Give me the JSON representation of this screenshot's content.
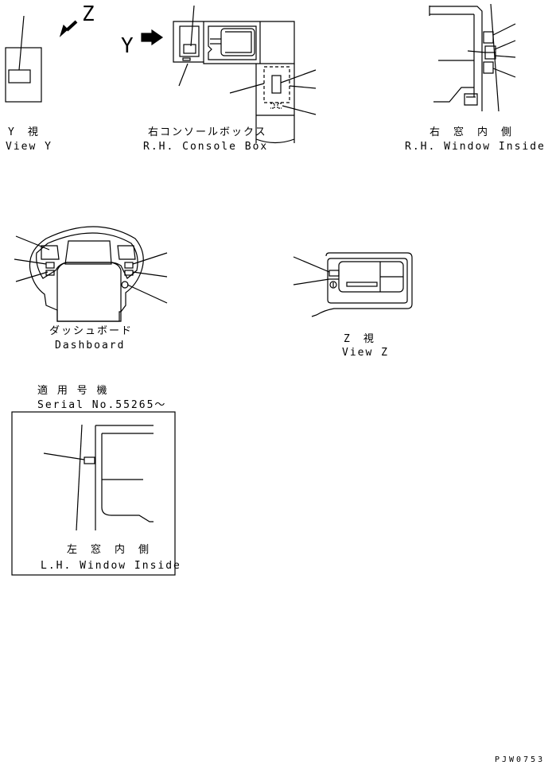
{
  "view_y": {
    "jp": "Y　視",
    "en": "View Y"
  },
  "console": {
    "jp": "右コンソールボックス",
    "en": "R.H. Console Box"
  },
  "rh_window": {
    "jp": "右　窓　内　側",
    "en": "R.H. Window Inside"
  },
  "dashboard": {
    "jp": "ダッシュボード",
    "en": "Dashboard"
  },
  "view_z": {
    "jp": "Z　視",
    "en": "View Z"
  },
  "serial": {
    "jp": "適 用 号 機",
    "en": "Serial No.55265〜"
  },
  "lh_window": {
    "jp": "左　窓　内　側",
    "en": "L.H. Window Inside"
  },
  "arrow_y": "Y",
  "arrow_z": "Z",
  "drawing_code": "PJW0753"
}
